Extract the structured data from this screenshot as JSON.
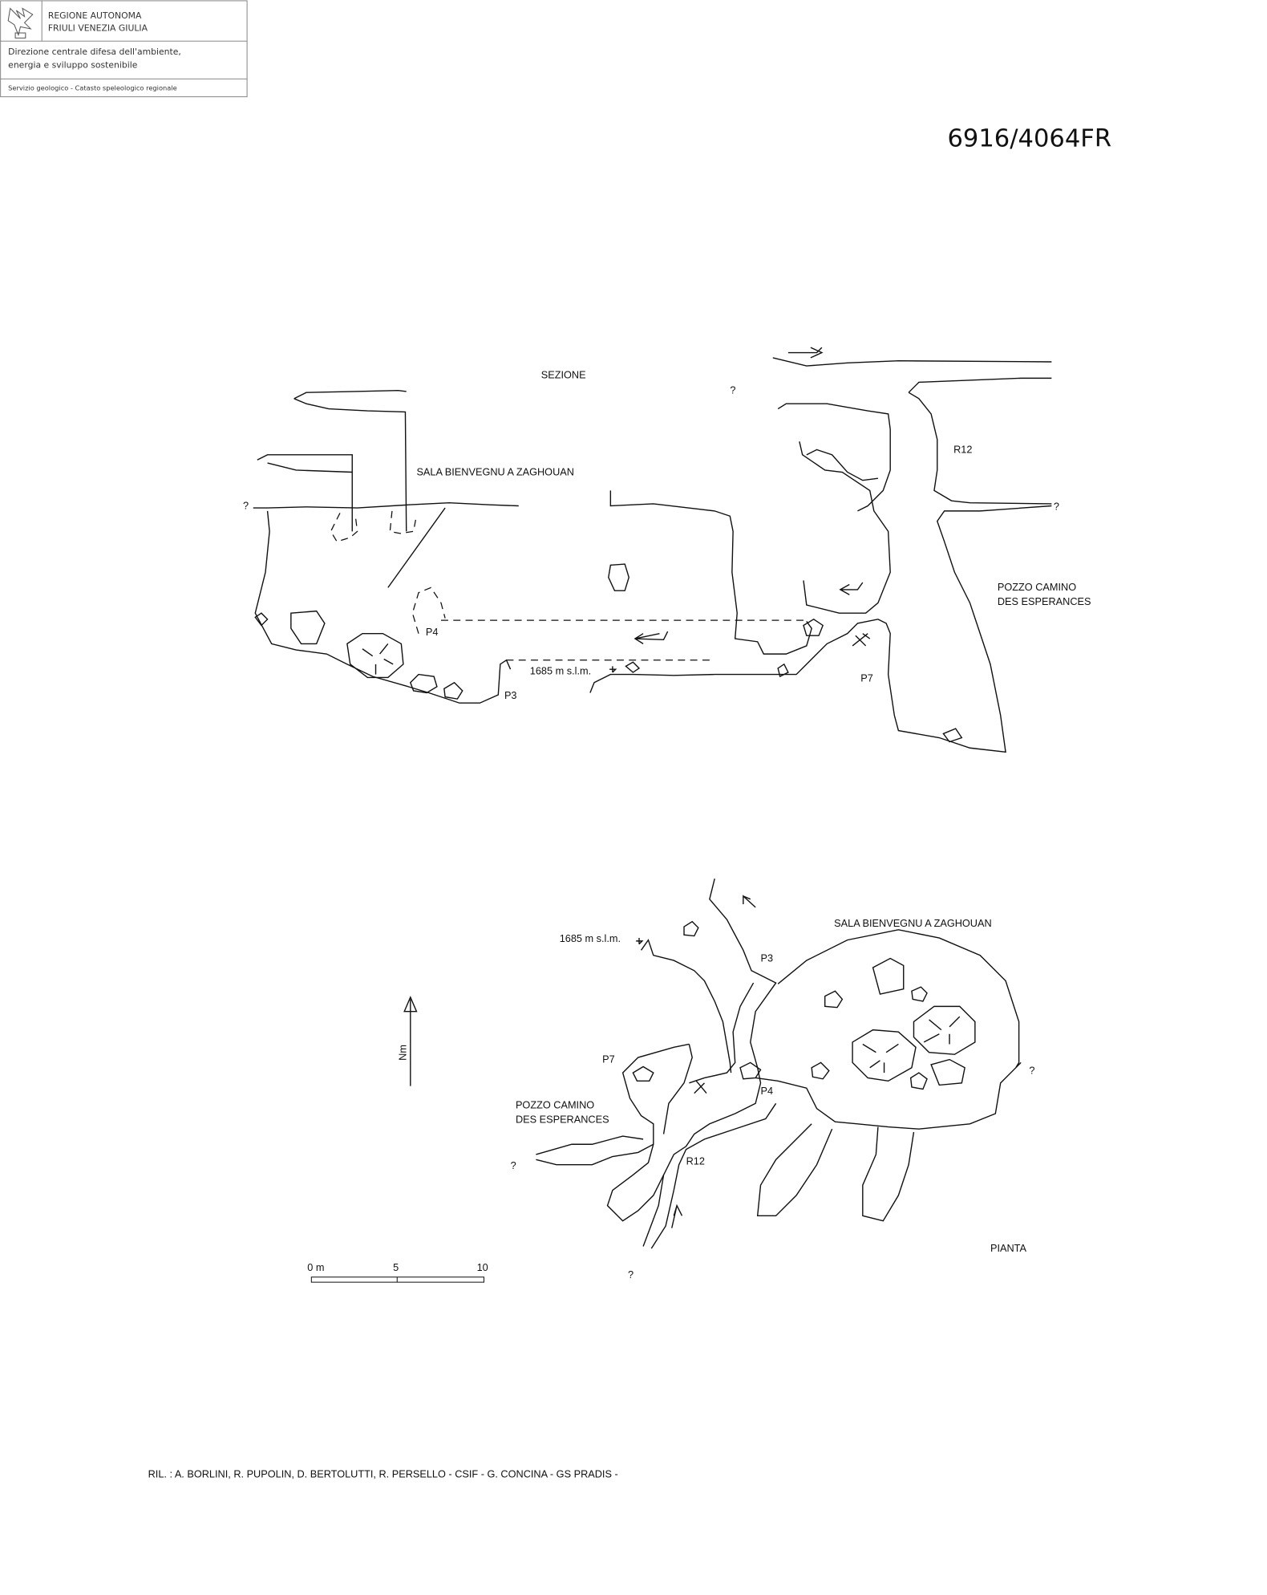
{
  "header": {
    "org_line1": "REGIONE AUTONOMA",
    "org_line2": "FRIULI VENEZIA GIULIA",
    "dept_line1": "Direzione centrale difesa dell'ambiente,",
    "dept_line2": "energia e sviluppo sostenibile",
    "service": "Servizio geologico - Catasto speleologico regionale",
    "logo_icon": "eagle-emblem-icon"
  },
  "cave_id": "6916/4064FR",
  "section": {
    "title": "SEZIONE",
    "hall": "SALA BIENVEGNU A ZAGHOUAN",
    "p4": "P4",
    "p3": "P3",
    "p7": "P7",
    "r12": "R12",
    "altitude": "1685 m s.l.m.",
    "shaft_line1": "POZZO CAMINO",
    "shaft_line2": "DES ESPERANCES",
    "unknown": "?"
  },
  "plan": {
    "title": "PIANTA",
    "hall": "SALA BIENVEGNU A ZAGHOUAN",
    "altitude": "1685 m s.l.m.",
    "p3": "P3",
    "p4": "P4",
    "p7": "P7",
    "r12": "R12",
    "shaft_line1": "POZZO CAMINO",
    "shaft_line2": "DES ESPERANCES",
    "unknown": "?",
    "north": "Nm"
  },
  "scale": {
    "label0": "0 m",
    "label5": "5",
    "label10": "10"
  },
  "credits": "RIL. : A. BORLINI, R. PUPOLIN, D. BERTOLUTTI, R. PERSELLO - CSIF - G. CONCINA - GS PRADIS -"
}
